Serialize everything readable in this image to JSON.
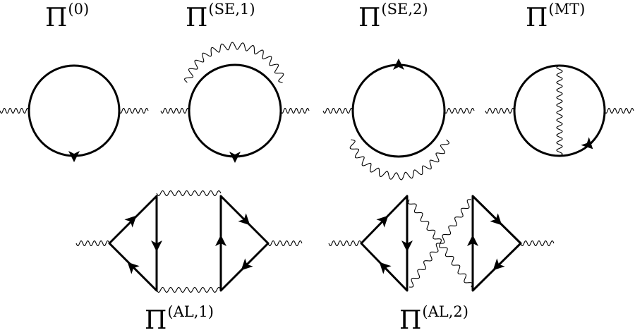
{
  "diagrams": [
    {
      "id": "pi-0",
      "symbol": "Π",
      "superscript": "(0)"
    },
    {
      "id": "pi-se-1",
      "symbol": "Π",
      "superscript": "(SE,1)"
    },
    {
      "id": "pi-se-2",
      "symbol": "Π",
      "superscript": "(SE,2)"
    },
    {
      "id": "pi-mt",
      "symbol": "Π",
      "superscript": "(MT)"
    },
    {
      "id": "pi-al-1",
      "symbol": "Π",
      "superscript": "(AL,1)"
    },
    {
      "id": "pi-al-2",
      "symbol": "Π",
      "superscript": "(AL,2)"
    }
  ]
}
